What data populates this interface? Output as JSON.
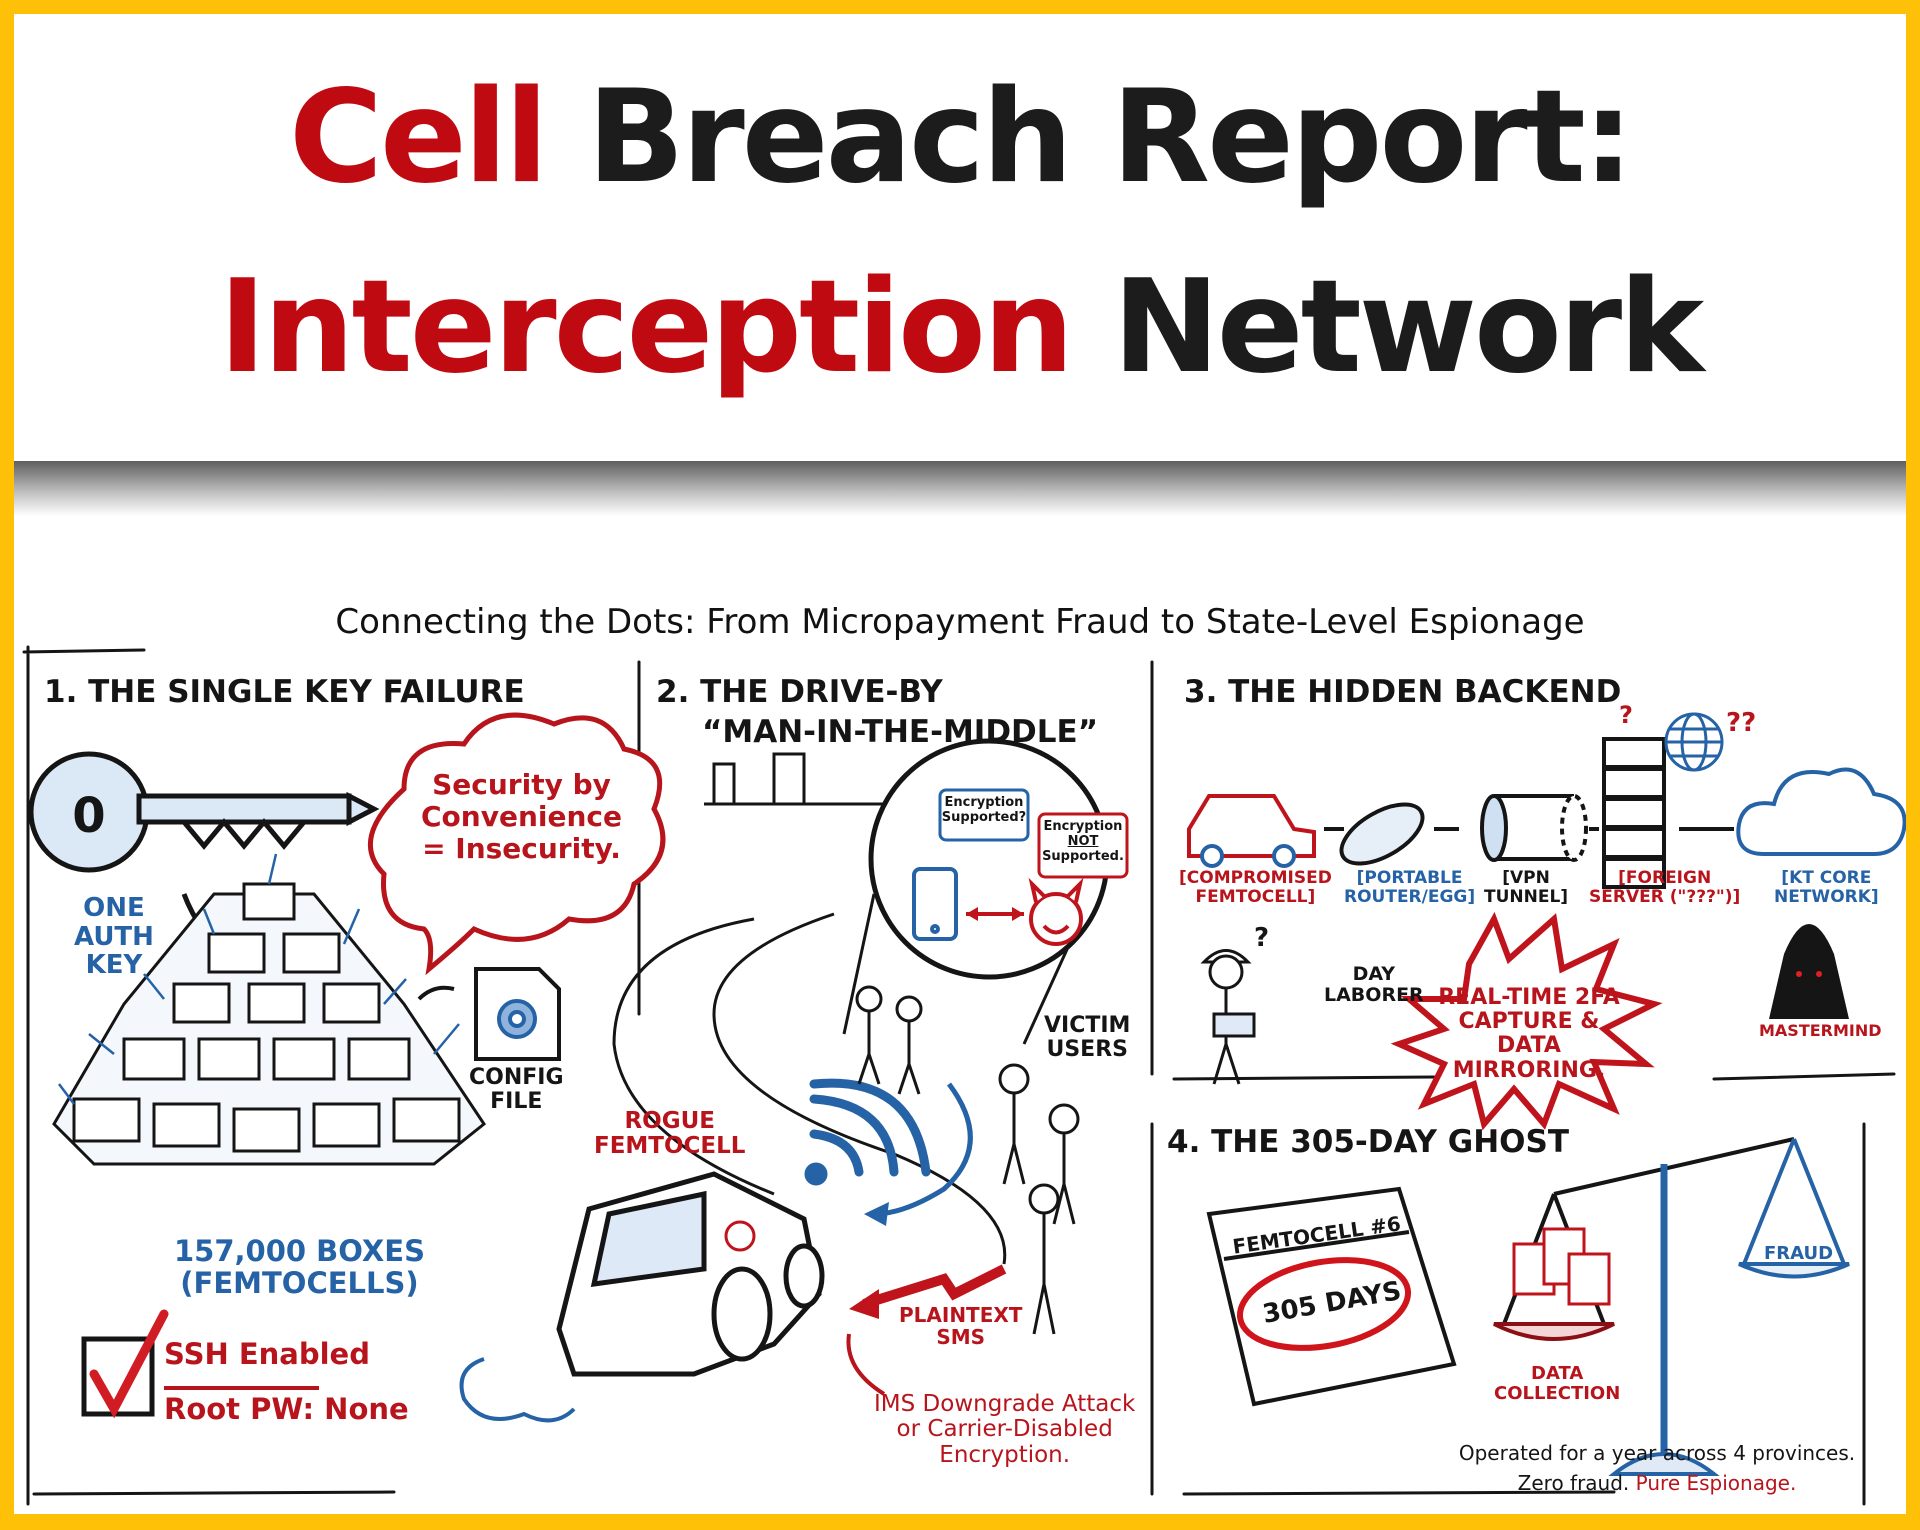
{
  "title": {
    "line1": {
      "red": "Cell",
      "black": " Breach Report:"
    },
    "line2": {
      "red": "Interception",
      "black": " Network"
    }
  },
  "subtitle": "Connecting the Dots: From Micropayment Fraud to State-Level Espionage",
  "colors": {
    "border": "#ffc107",
    "accent_red": "#c00a12",
    "accent_blue": "#2563a6",
    "ink": "#151515"
  },
  "panel1": {
    "heading": "1. THE SINGLE KEY FAILURE",
    "key_label": [
      "ONE",
      "AUTH",
      "KEY"
    ],
    "key_glyph": "0",
    "cloud_text": [
      "Security by",
      "Convenience",
      "= Insecurity."
    ],
    "config_label": [
      "CONFIG",
      "FILE"
    ],
    "boxes_label": [
      "157,000 BOXES",
      "(FEMTOCELLS)"
    ],
    "checklist": {
      "item1": "SSH Enabled",
      "item2": "Root PW: None",
      "checked": true
    }
  },
  "panel2": {
    "heading": [
      "2. THE DRIVE-BY",
      "“MAN-IN-THE-MIDDLE”"
    ],
    "phone_bubble": [
      "Encryption",
      "Supported?"
    ],
    "devil_bubble": {
      "line1": "Encryption",
      "line2": "NOT",
      "line3": "Supported."
    },
    "victims_label": [
      "VICTIM",
      "USERS"
    ],
    "rogue_label": [
      "ROGUE",
      "FEMTOCELL"
    ],
    "plaintext_label": [
      "PLAINTEXT",
      "SMS"
    ],
    "downgrade_label": [
      "IMS Downgrade Attack",
      "or Carrier-Disabled",
      "Encryption."
    ]
  },
  "panel3": {
    "heading": "3. THE HIDDEN BACKEND",
    "chain": [
      {
        "line1": "[COMPROMISED",
        "line2": "FEMTOCELL]",
        "color": "red"
      },
      {
        "line1": "[PORTABLE",
        "line2": "ROUTER/EGG]",
        "color": "blue"
      },
      {
        "line1": "[VPN",
        "line2": "TUNNEL]",
        "color": "black"
      },
      {
        "line1": "[FOREIGN",
        "line2": "SERVER (\"???\")]",
        "color": "red"
      },
      {
        "line1": "[KT CORE",
        "line2": "NETWORK]",
        "color": "blue"
      }
    ],
    "question_marks": [
      "?",
      "??"
    ],
    "laborer_label": [
      "DAY",
      "LABORER"
    ],
    "laborer_question": "?",
    "burst_text": [
      "REAL-TIME 2FA",
      "CAPTURE & DATA",
      "MIRRORING."
    ],
    "mastermind_label": "MASTERMIND"
  },
  "panel4": {
    "heading": "4. THE 305-DAY GHOST",
    "calendar_title": "FEMTOCELL #6",
    "calendar_circle": "305 DAYS",
    "data_label": [
      "DATA",
      "COLLECTION"
    ],
    "fraud_label": "FRAUD",
    "footer_line1": "Operated for a year across 4 provinces.",
    "footer_line2_black": "Zero fraud.",
    "footer_line2_red": " Pure Espionage."
  }
}
